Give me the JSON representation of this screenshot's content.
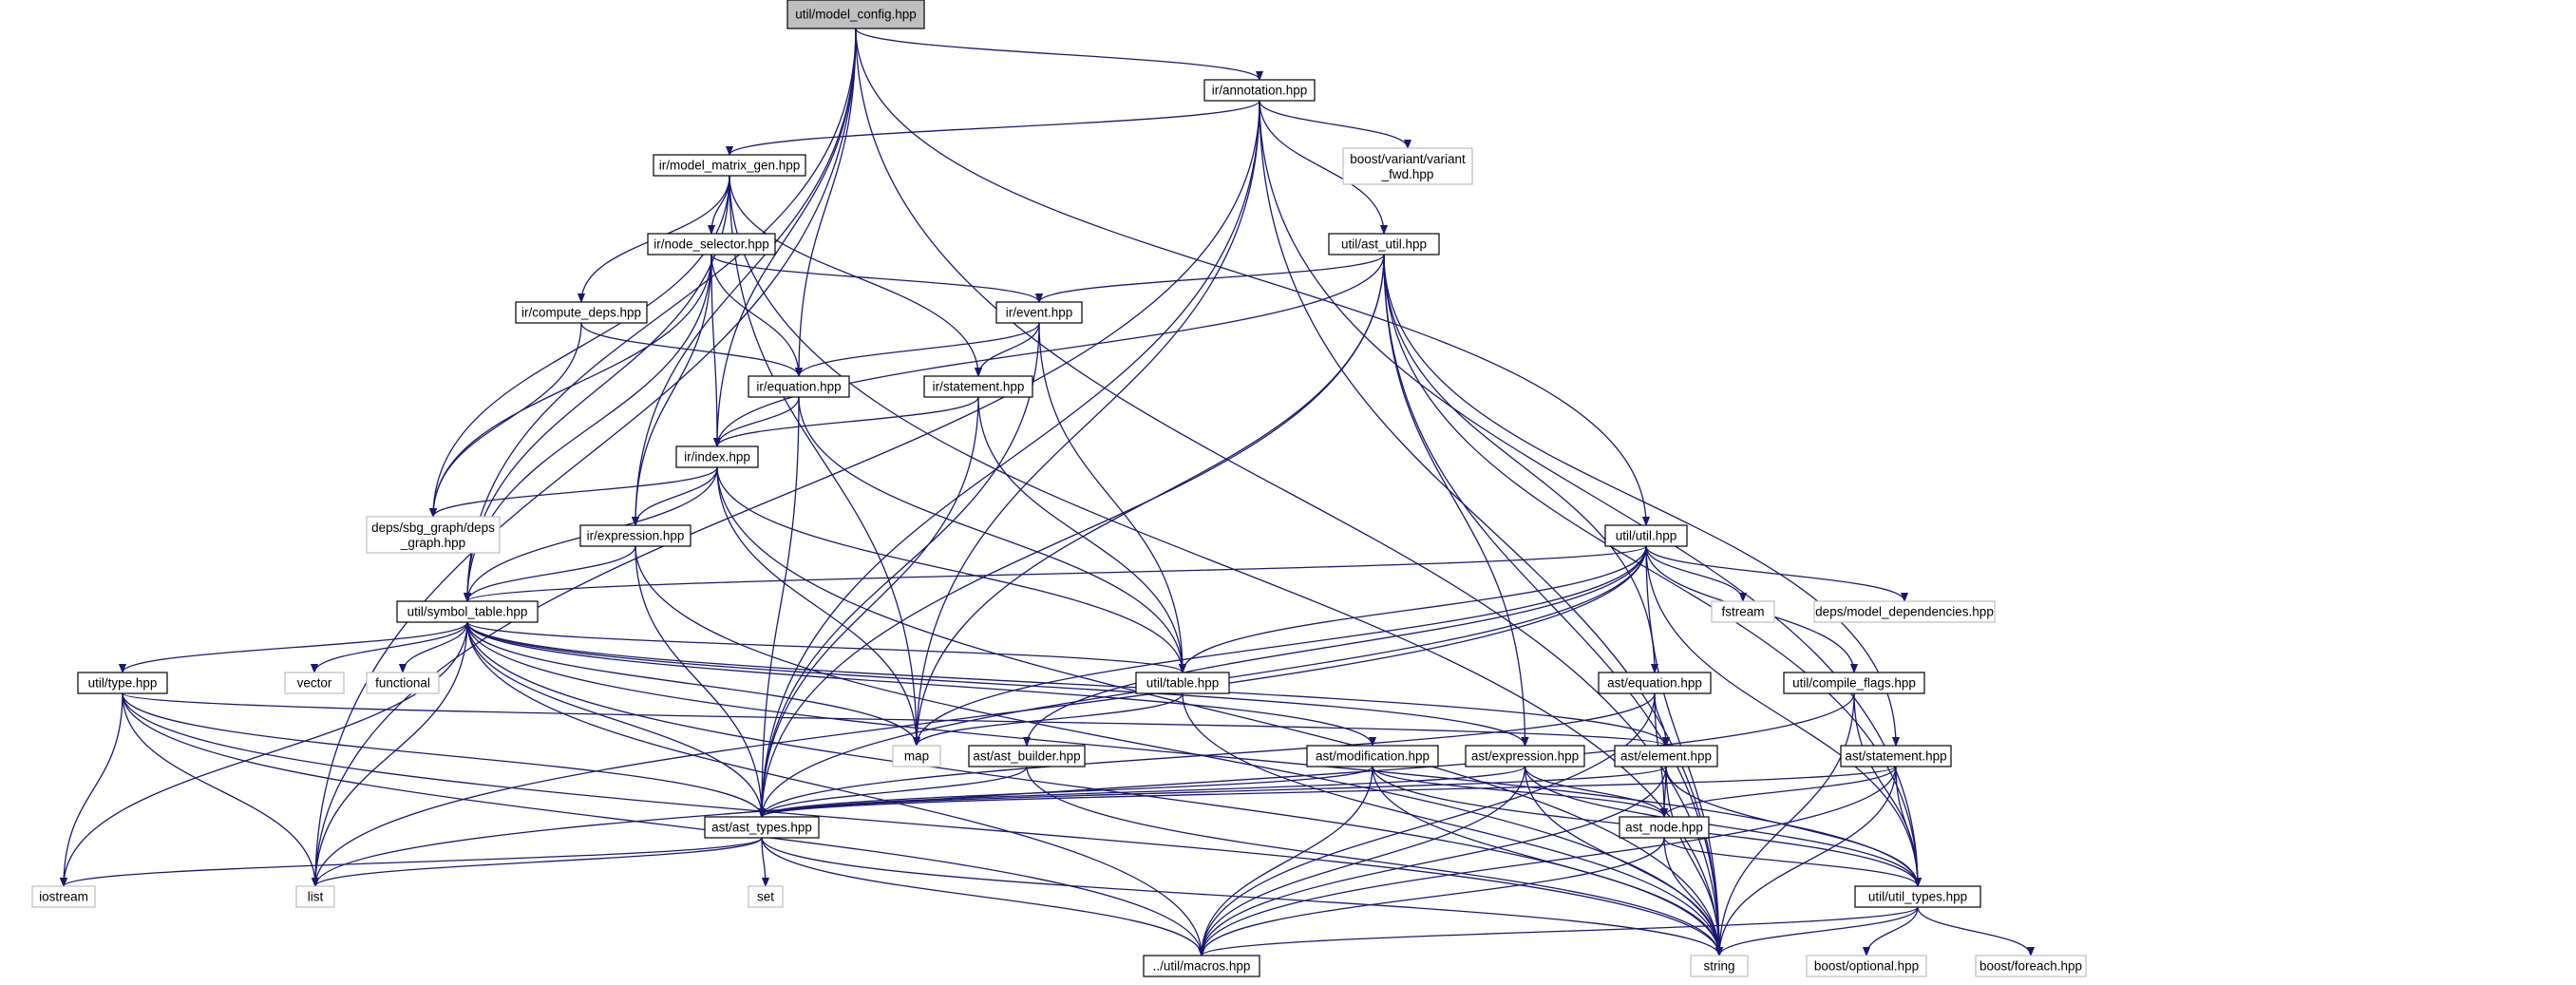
{
  "diagram": {
    "title": "util/model_config.hpp",
    "nodes": [
      {
        "id": "model_config",
        "label": "util/model_config.hpp",
        "kind": "root"
      },
      {
        "id": "annotation",
        "label": "ir/annotation.hpp",
        "kind": "project"
      },
      {
        "id": "variant_fwd",
        "label": "boost/variant/variant\n_fwd.hpp",
        "kind": "external"
      },
      {
        "id": "model_matrix_gen",
        "label": "ir/model_matrix_gen.hpp",
        "kind": "project"
      },
      {
        "id": "node_selector",
        "label": "ir/node_selector.hpp",
        "kind": "project"
      },
      {
        "id": "ast_util",
        "label": "util/ast_util.hpp",
        "kind": "project"
      },
      {
        "id": "compute_deps",
        "label": "ir/compute_deps.hpp",
        "kind": "project"
      },
      {
        "id": "event",
        "label": "ir/event.hpp",
        "kind": "project"
      },
      {
        "id": "ir_equation",
        "label": "ir/equation.hpp",
        "kind": "project"
      },
      {
        "id": "statement",
        "label": "ir/statement.hpp",
        "kind": "project"
      },
      {
        "id": "index",
        "label": "ir/index.hpp",
        "kind": "project"
      },
      {
        "id": "sbg_graph",
        "label": "deps/sbg_graph/deps\n_graph.hpp",
        "kind": "external"
      },
      {
        "id": "ir_expression",
        "label": "ir/expression.hpp",
        "kind": "project"
      },
      {
        "id": "util_util",
        "label": "util/util.hpp",
        "kind": "project"
      },
      {
        "id": "symbol_table",
        "label": "util/symbol_table.hpp",
        "kind": "project"
      },
      {
        "id": "fstream",
        "label": "fstream",
        "kind": "external"
      },
      {
        "id": "model_dependencies",
        "label": "deps/model_dependencies.hpp",
        "kind": "external"
      },
      {
        "id": "util_type",
        "label": "util/type.hpp",
        "kind": "project"
      },
      {
        "id": "vector",
        "label": "vector",
        "kind": "external"
      },
      {
        "id": "functional",
        "label": "functional",
        "kind": "external"
      },
      {
        "id": "util_table",
        "label": "util/table.hpp",
        "kind": "project"
      },
      {
        "id": "ast_equation",
        "label": "ast/equation.hpp",
        "kind": "project"
      },
      {
        "id": "compile_flags",
        "label": "util/compile_flags.hpp",
        "kind": "project"
      },
      {
        "id": "map",
        "label": "map",
        "kind": "external"
      },
      {
        "id": "ast_builder",
        "label": "ast/ast_builder.hpp",
        "kind": "project"
      },
      {
        "id": "modification",
        "label": "ast/modification.hpp",
        "kind": "project"
      },
      {
        "id": "ast_expression",
        "label": "ast/expression.hpp",
        "kind": "project"
      },
      {
        "id": "ast_element",
        "label": "ast/element.hpp",
        "kind": "project"
      },
      {
        "id": "ast_statement",
        "label": "ast/statement.hpp",
        "kind": "project"
      },
      {
        "id": "ast_types",
        "label": "ast/ast_types.hpp",
        "kind": "project"
      },
      {
        "id": "ast_node",
        "label": "ast_node.hpp",
        "kind": "project"
      },
      {
        "id": "iostream",
        "label": "iostream",
        "kind": "external"
      },
      {
        "id": "list",
        "label": "list",
        "kind": "external"
      },
      {
        "id": "set",
        "label": "set",
        "kind": "external"
      },
      {
        "id": "util_types",
        "label": "util/util_types.hpp",
        "kind": "project"
      },
      {
        "id": "macros",
        "label": "../util/macros.hpp",
        "kind": "project"
      },
      {
        "id": "string",
        "label": "string",
        "kind": "external"
      },
      {
        "id": "boost_optional",
        "label": "boost/optional.hpp",
        "kind": "external"
      },
      {
        "id": "boost_foreach",
        "label": "boost/foreach.hpp",
        "kind": "external"
      }
    ],
    "edges": [
      [
        "model_config",
        "annotation"
      ],
      [
        "model_config",
        "ir_equation"
      ],
      [
        "model_config",
        "index"
      ],
      [
        "model_config",
        "ir_expression"
      ],
      [
        "model_config",
        "symbol_table"
      ],
      [
        "model_config",
        "util_util"
      ],
      [
        "model_config",
        "list"
      ],
      [
        "model_config",
        "string"
      ],
      [
        "annotation",
        "variant_fwd"
      ],
      [
        "annotation",
        "model_matrix_gen"
      ],
      [
        "annotation",
        "ast_util"
      ],
      [
        "annotation",
        "map"
      ],
      [
        "annotation",
        "ast_types"
      ],
      [
        "annotation",
        "list"
      ],
      [
        "annotation",
        "util_types"
      ],
      [
        "annotation",
        "string"
      ],
      [
        "model_matrix_gen",
        "node_selector"
      ],
      [
        "model_matrix_gen",
        "compute_deps"
      ],
      [
        "model_matrix_gen",
        "statement"
      ],
      [
        "model_matrix_gen",
        "sbg_graph"
      ],
      [
        "model_matrix_gen",
        "symbol_table"
      ],
      [
        "model_matrix_gen",
        "map"
      ],
      [
        "model_matrix_gen",
        "string"
      ],
      [
        "node_selector",
        "event"
      ],
      [
        "node_selector",
        "ir_equation"
      ],
      [
        "node_selector",
        "index"
      ],
      [
        "node_selector",
        "ir_expression"
      ],
      [
        "node_selector",
        "sbg_graph"
      ],
      [
        "node_selector",
        "symbol_table"
      ],
      [
        "ast_util",
        "event"
      ],
      [
        "ast_util",
        "index"
      ],
      [
        "ast_util",
        "ast_equation"
      ],
      [
        "ast_util",
        "ast_statement"
      ],
      [
        "ast_util",
        "ast_expression"
      ],
      [
        "ast_util",
        "map"
      ],
      [
        "ast_util",
        "ast_types"
      ],
      [
        "ast_util",
        "util_types"
      ],
      [
        "ast_util",
        "string"
      ],
      [
        "compute_deps",
        "ir_equation"
      ],
      [
        "compute_deps",
        "sbg_graph"
      ],
      [
        "event",
        "ir_equation"
      ],
      [
        "event",
        "statement"
      ],
      [
        "event",
        "util_table"
      ],
      [
        "event",
        "ast_types"
      ],
      [
        "ir_equation",
        "index"
      ],
      [
        "ir_equation",
        "util_table"
      ],
      [
        "ir_equation",
        "ast_types"
      ],
      [
        "statement",
        "index"
      ],
      [
        "statement",
        "util_table"
      ],
      [
        "statement",
        "ast_types"
      ],
      [
        "index",
        "sbg_graph"
      ],
      [
        "index",
        "ir_expression"
      ],
      [
        "index",
        "symbol_table"
      ],
      [
        "index",
        "util_table"
      ],
      [
        "index",
        "map"
      ],
      [
        "index",
        "string"
      ],
      [
        "ir_expression",
        "symbol_table"
      ],
      [
        "ir_expression",
        "ast_types"
      ],
      [
        "ir_expression",
        "string"
      ],
      [
        "util_util",
        "symbol_table"
      ],
      [
        "util_util",
        "fstream"
      ],
      [
        "util_util",
        "model_dependencies"
      ],
      [
        "util_util",
        "compile_flags"
      ],
      [
        "util_util",
        "util_table"
      ],
      [
        "util_util",
        "map"
      ],
      [
        "util_util",
        "ast_builder"
      ],
      [
        "util_util",
        "ast_types"
      ],
      [
        "util_util",
        "util_types"
      ],
      [
        "util_util",
        "string"
      ],
      [
        "util_util",
        "list"
      ],
      [
        "symbol_table",
        "util_type"
      ],
      [
        "symbol_table",
        "vector"
      ],
      [
        "symbol_table",
        "functional"
      ],
      [
        "symbol_table",
        "util_table"
      ],
      [
        "symbol_table",
        "map"
      ],
      [
        "symbol_table",
        "modification"
      ],
      [
        "symbol_table",
        "ast_expression"
      ],
      [
        "symbol_table",
        "ast_element"
      ],
      [
        "symbol_table",
        "ast_types"
      ],
      [
        "symbol_table",
        "iostream"
      ],
      [
        "symbol_table",
        "list"
      ],
      [
        "symbol_table",
        "macros"
      ],
      [
        "symbol_table",
        "util_types"
      ],
      [
        "symbol_table",
        "string"
      ],
      [
        "util_type",
        "ast_types"
      ],
      [
        "util_type",
        "iostream"
      ],
      [
        "util_type",
        "list"
      ],
      [
        "util_type",
        "macros"
      ],
      [
        "util_type",
        "string"
      ],
      [
        "util_type",
        "ast_element"
      ],
      [
        "util_table",
        "map"
      ],
      [
        "util_table",
        "string"
      ],
      [
        "ast_equation",
        "ast_element"
      ],
      [
        "ast_equation",
        "ast_node"
      ],
      [
        "ast_equation",
        "ast_types"
      ],
      [
        "ast_equation",
        "macros"
      ],
      [
        "compile_flags",
        "list"
      ],
      [
        "compile_flags",
        "util_types"
      ],
      [
        "compile_flags",
        "string"
      ],
      [
        "ast_builder",
        "ast_types"
      ],
      [
        "ast_builder",
        "string"
      ],
      [
        "modification",
        "ast_types"
      ],
      [
        "modification",
        "ast_node"
      ],
      [
        "modification",
        "util_types"
      ],
      [
        "modification",
        "macros"
      ],
      [
        "modification",
        "string"
      ],
      [
        "ast_expression",
        "ast_types"
      ],
      [
        "ast_expression",
        "ast_node"
      ],
      [
        "ast_expression",
        "util_types"
      ],
      [
        "ast_expression",
        "macros"
      ],
      [
        "ast_expression",
        "string"
      ],
      [
        "ast_element",
        "ast_types"
      ],
      [
        "ast_element",
        "ast_node"
      ],
      [
        "ast_element",
        "util_types"
      ],
      [
        "ast_element",
        "macros"
      ],
      [
        "ast_element",
        "string"
      ],
      [
        "ast_statement",
        "ast_types"
      ],
      [
        "ast_statement",
        "ast_node"
      ],
      [
        "ast_statement",
        "util_types"
      ],
      [
        "ast_statement",
        "macros"
      ],
      [
        "ast_statement",
        "string"
      ],
      [
        "ast_types",
        "iostream"
      ],
      [
        "ast_types",
        "list"
      ],
      [
        "ast_types",
        "set"
      ],
      [
        "ast_types",
        "macros"
      ],
      [
        "ast_types",
        "string"
      ],
      [
        "ast_node",
        "util_types"
      ],
      [
        "ast_node",
        "macros"
      ],
      [
        "ast_node",
        "string"
      ],
      [
        "util_types",
        "boost_optional"
      ],
      [
        "util_types",
        "boost_foreach"
      ],
      [
        "util_types",
        "string"
      ],
      [
        "util_types",
        "macros"
      ]
    ]
  },
  "colors": {
    "edge": "#191970",
    "root_fill": "#bfbfbf",
    "project_border": "#000000",
    "external_border": "#bfbfbf"
  }
}
